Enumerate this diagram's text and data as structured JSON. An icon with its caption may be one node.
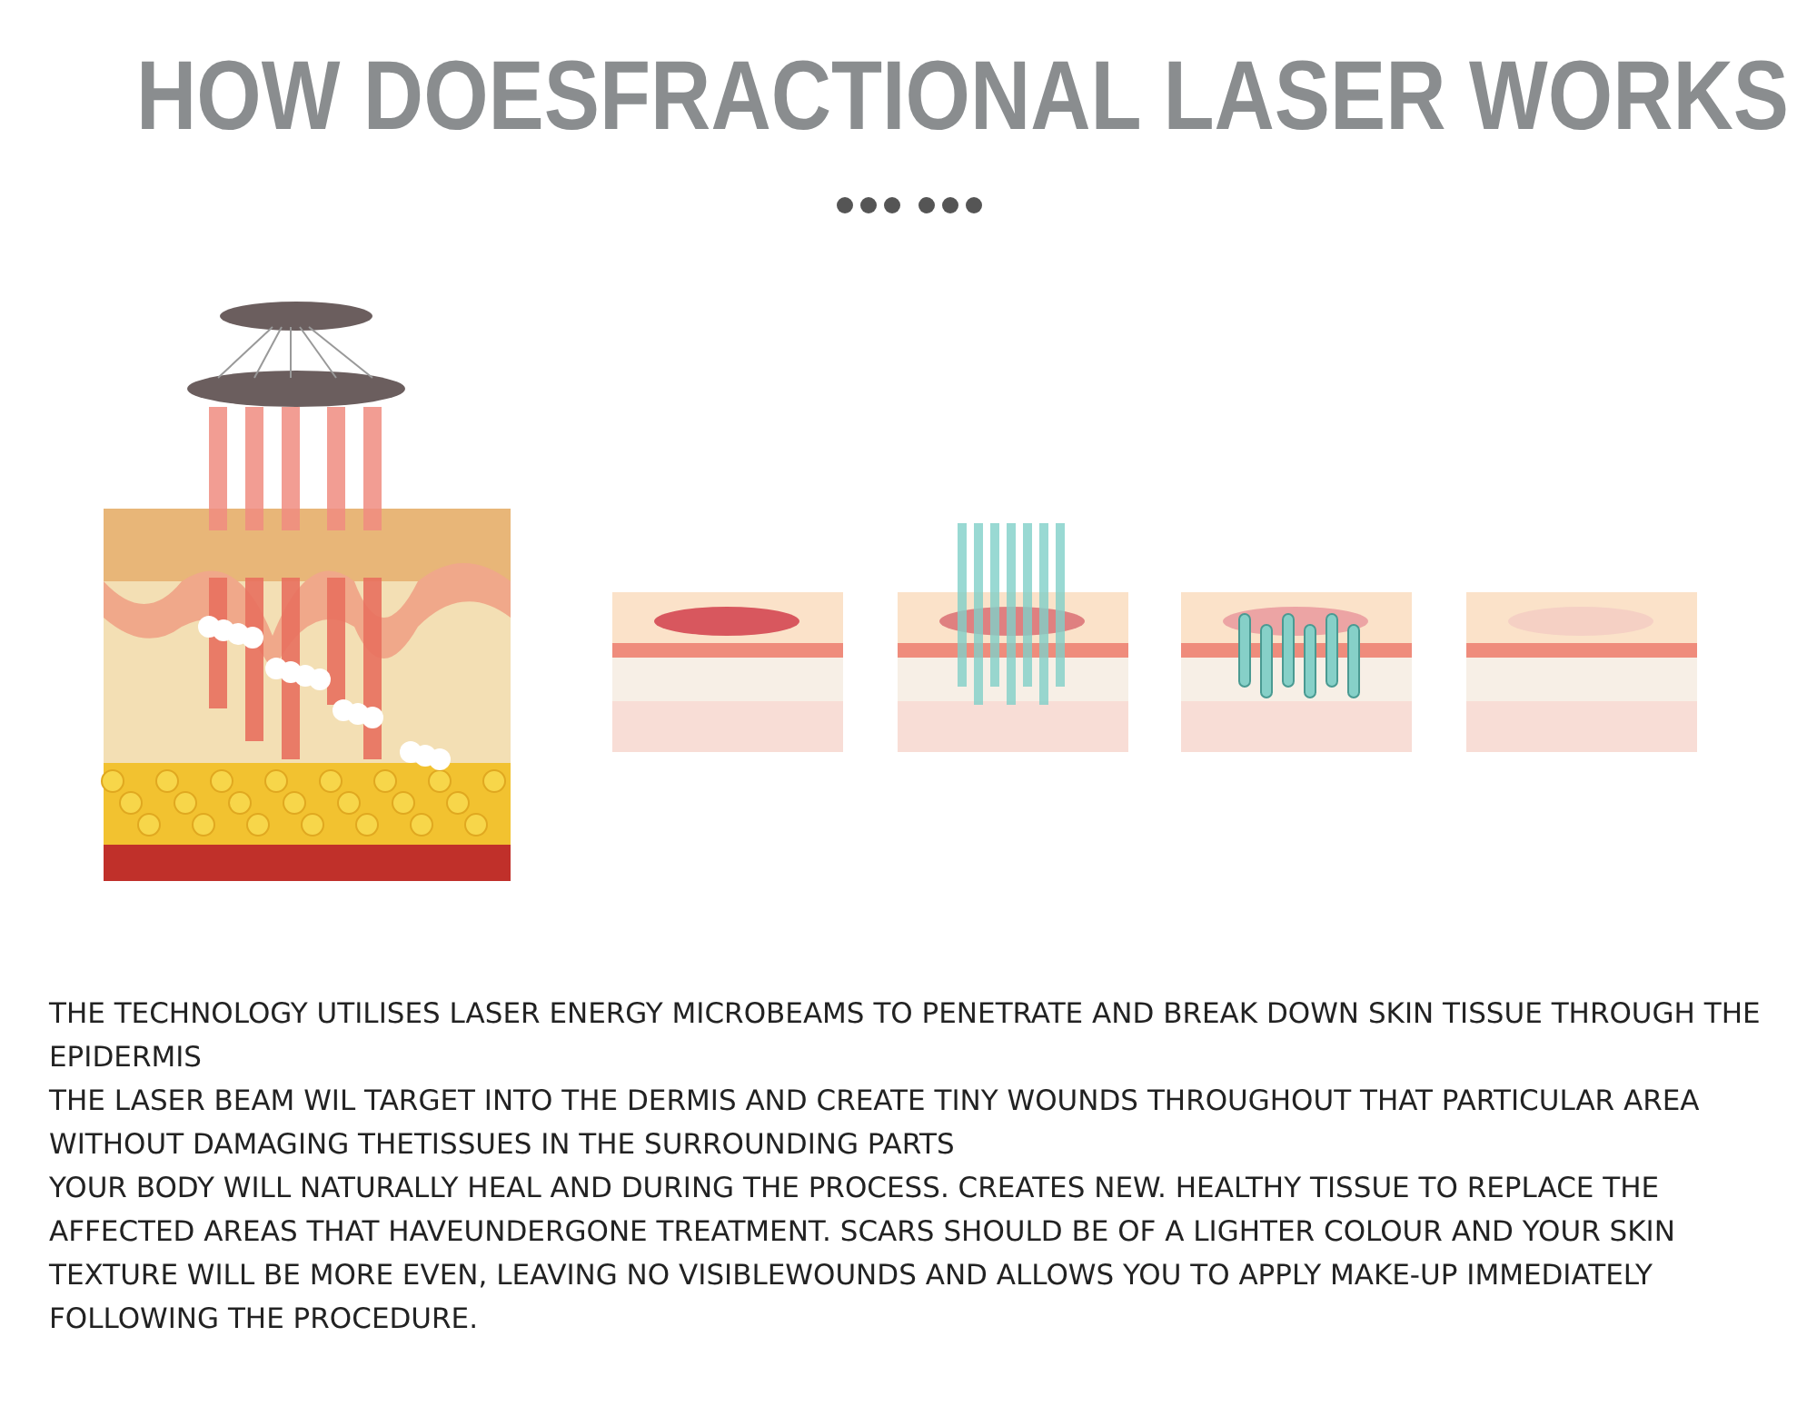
{
  "diagram": {
    "title": "HOW DOESFRACTIONAL LASER WORKS",
    "labels": [
      "THE TECHNOLOGY UTILISES LASER ENERGY MICROBEAMS TO PENETRATE AND BREAK DOWN SKIN TISSUE THROUGH THE EPIDERMIS",
      "THE LASER BEAM WIL TARGET INTO THE DERMIS AND CREATE TINY WOUNDS THROUGHOUT THAT PARTICULAR AREA WITHOUT DAMAGING THETISSUES IN THE SURROUNDING PARTS",
      "YOUR BODY WILL NATURALLY HEAL AND DURING THE PROCESS. CREATES NEW. HEALTHY TISSUE TO REPLACE THE AFFECTED AREAS THAT HAVEUNDERGONE TREATMENT. SCARS SHOULD BE OF A LIGHTER COLOUR AND YOUR SKIN TEXTURE WILL BE MORE EVEN, LEAVING NO VISIBLEWOUNDS AND ALLOWS YOU TO APPLY MAKE-UP IMMEDIATELY FOLLOWING THE PROCEDURE."
    ]
  }
}
